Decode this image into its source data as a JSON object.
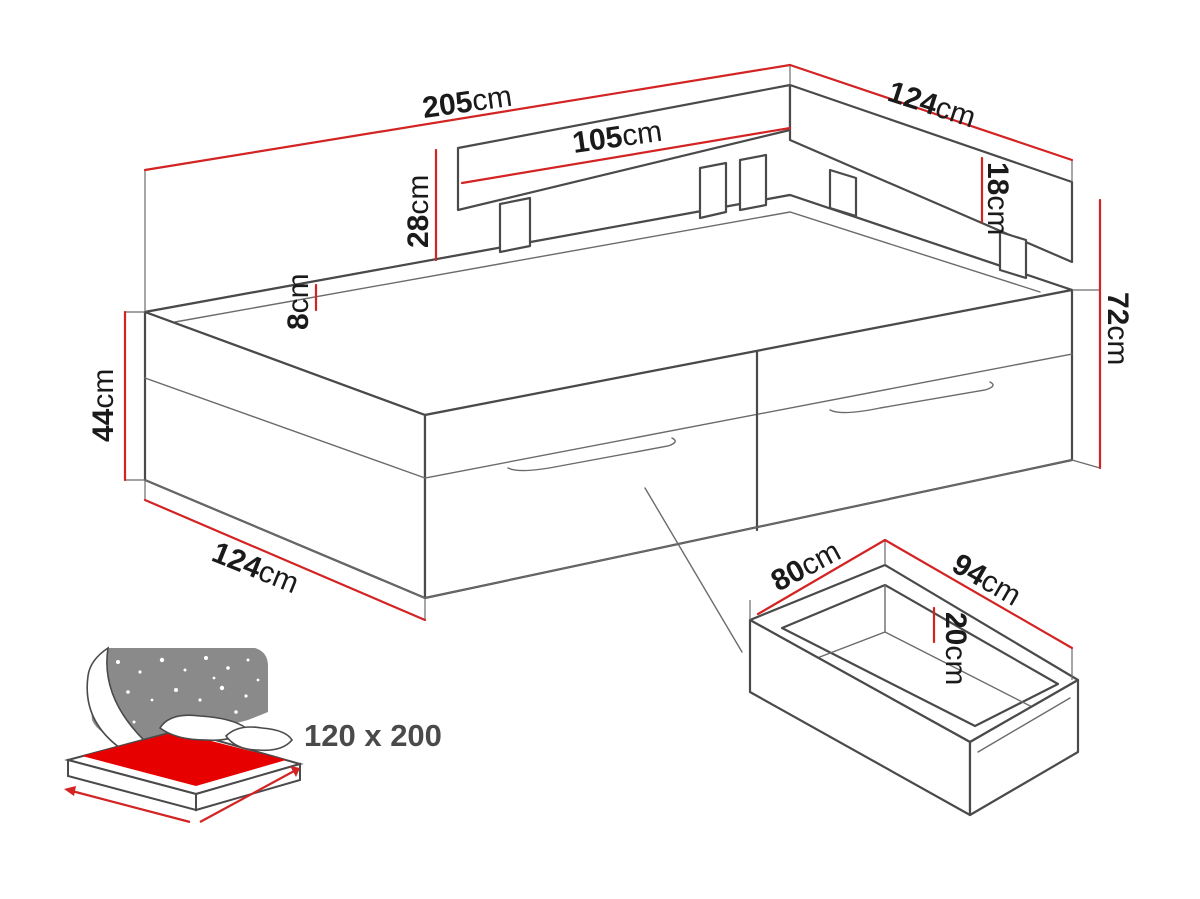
{
  "dimensions": {
    "total_length": {
      "value": "205",
      "unit": "cm"
    },
    "headboard_length": {
      "value": "105",
      "unit": "cm"
    },
    "side_depth_top": {
      "value": "124",
      "unit": "cm"
    },
    "side_depth_bottom": {
      "value": "124",
      "unit": "cm"
    },
    "side_board_height": {
      "value": "18",
      "unit": "cm"
    },
    "headboard_height": {
      "value": "28",
      "unit": "cm"
    },
    "frame_rim": {
      "value": "8",
      "unit": "cm"
    },
    "bed_height": {
      "value": "44",
      "unit": "cm"
    },
    "total_height": {
      "value": "72",
      "unit": "cm"
    },
    "drawer_width": {
      "value": "80",
      "unit": "cm"
    },
    "drawer_depth": {
      "value": "94",
      "unit": "cm"
    },
    "drawer_height": {
      "value": "20",
      "unit": "cm"
    }
  },
  "mattress": {
    "size_label": "120 x 200"
  },
  "colors": {
    "dimension_line": "#d32323",
    "outline": "#4a4a4a",
    "mattress": "#e60000",
    "night_panel": "#8a8a8a"
  }
}
